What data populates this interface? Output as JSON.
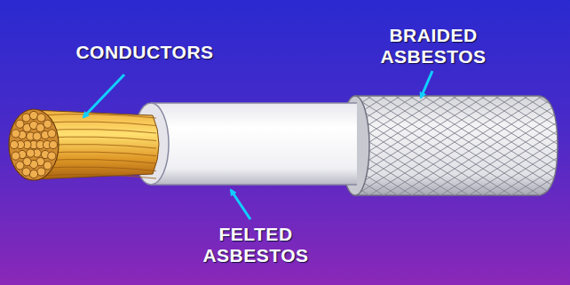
{
  "diagram": {
    "labels": [
      "CONDUCTORS",
      "BRAIDED ASBESTOS",
      "FELTED ASBESTOS"
    ]
  }
}
